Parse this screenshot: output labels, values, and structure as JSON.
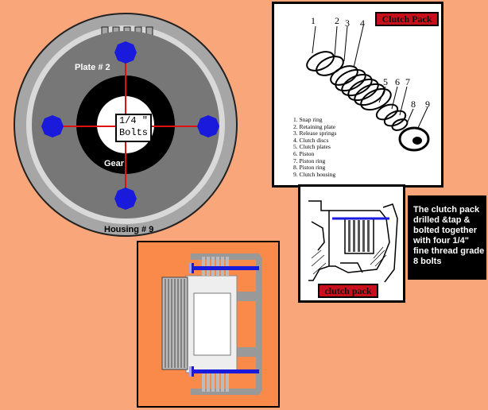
{
  "diagram": {
    "center_label_line1": "1/4 \"",
    "center_label_line2": "Bolts",
    "plate_label": "Plate # 2",
    "gear_label": "Gear",
    "housing_label": "Housing # 9"
  },
  "exploded_view": {
    "title": "Clutch Pack",
    "part_numbers": [
      "1",
      "2",
      "3",
      "4",
      "5",
      "6",
      "7",
      "8",
      "9"
    ],
    "legend": [
      "1.  Snap ring",
      "2.  Retaining plate",
      "3.  Release springs",
      "4.  Clutch discs",
      "5.  Clutch plates",
      "6.  Piston",
      "7.  Piston ring",
      "8.  Piston ring",
      "9.  Clutch housing"
    ]
  },
  "section_view": {
    "label": "clutch pack"
  },
  "note": {
    "text": "The clutch pack drilled &tap & bolted together with four 1/4\" fine thread grade 8 bolts"
  },
  "colors": {
    "background": "#f8a67a",
    "bolt_blue": "#1a1adc",
    "guide_red": "#dd1111",
    "tag_red": "#c8101c",
    "panel_orange": "#f98a4a"
  }
}
